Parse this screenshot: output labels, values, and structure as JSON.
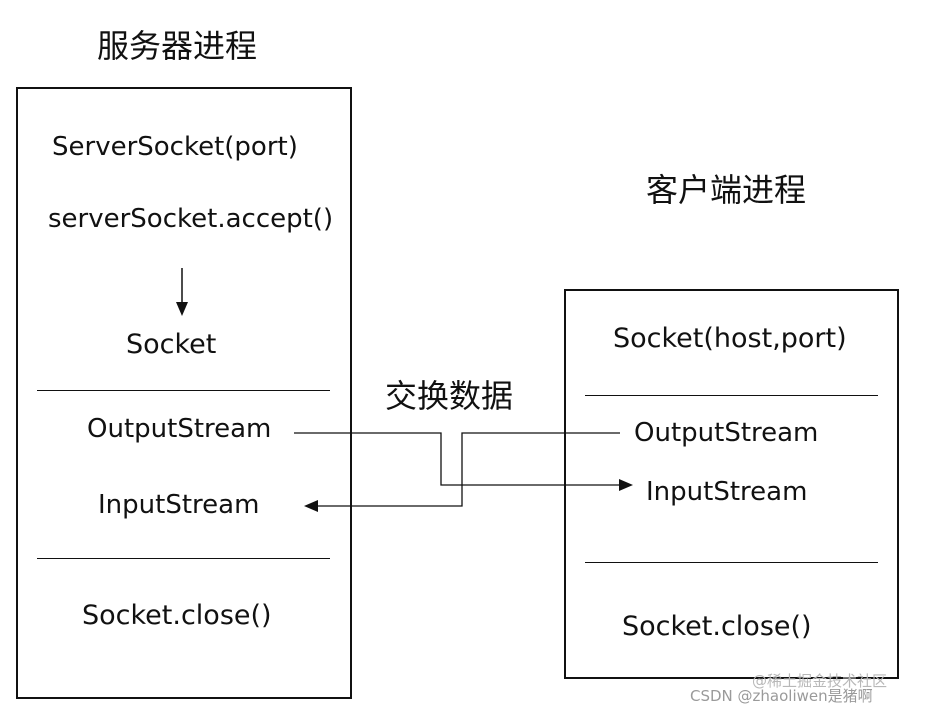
{
  "server": {
    "title": "服务器进程",
    "server_socket": "ServerSocket(port)",
    "accept": "serverSocket.accept()",
    "socket": "Socket",
    "output_stream": "OutputStream",
    "input_stream": "InputStream",
    "close": "Socket.close()"
  },
  "client": {
    "title": "客户端进程",
    "socket": "Socket(host,port)",
    "output_stream": "OutputStream",
    "input_stream": "InputStream",
    "close": "Socket.close()"
  },
  "exchange_label": "交换数据",
  "watermark": {
    "platform": "@稀土掘金技术社区",
    "csdn": "CSDN @zhaoliwen是猪啊"
  }
}
